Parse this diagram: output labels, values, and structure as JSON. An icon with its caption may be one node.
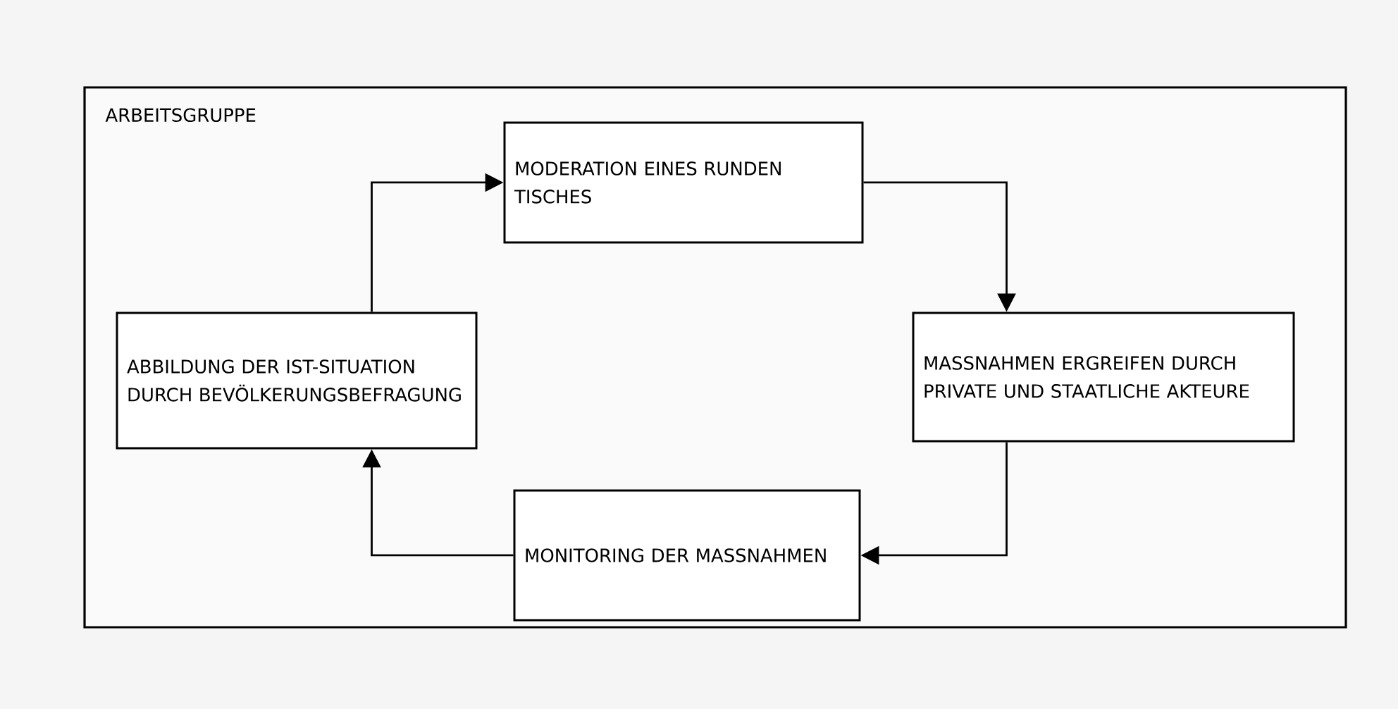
{
  "diagram": {
    "nodes": [
      {
        "text": [
          "ARBEITSGRUPPE"
        ]
      },
      {
        "text": [
          "MODERATION EINES RUNDEN TISCHES"
        ],
        "in": 0
      },
      {
        "text": [
          "MASSNAHMEN ERGREIFEN DURCH PRIVATE UND STAATLICHE AKTEURE"
        ],
        "in": 0
      },
      {
        "text": [
          "MONITORING DER MASSNAHMEN"
        ],
        "in": 0
      },
      {
        "text": [
          "ABBILDUNG DER IST-SITUATION DURCH BEVÖLKERUNGSBEFRAGUNG"
        ],
        "in": 0
      }
    ],
    "edges": [
      {
        "from": 4,
        "to": 1,
        "arrow": "to"
      },
      {
        "from": 1,
        "to": 2,
        "arrow": "to"
      },
      {
        "from": 2,
        "to": 3,
        "arrow": "to"
      },
      {
        "from": 3,
        "to": 4,
        "arrow": "to"
      }
    ]
  }
}
